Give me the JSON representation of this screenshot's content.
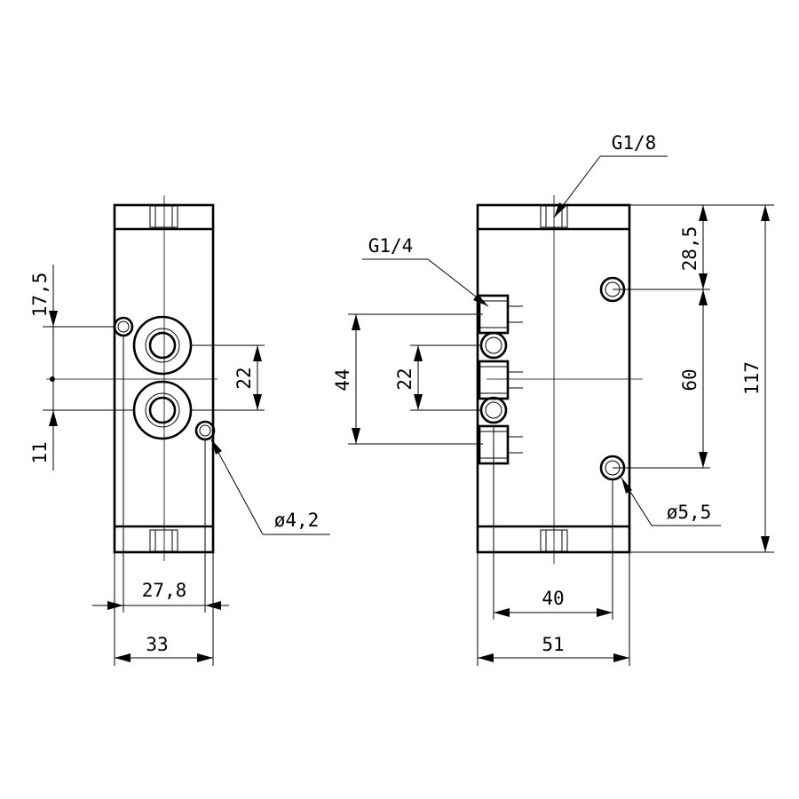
{
  "front_view": {
    "dimensions": {
      "top_offset": "17,5",
      "bottom_offset": "11",
      "port_spacing": "22",
      "hole_diameter": "ø4,2",
      "hole_spacing": "27,8",
      "width": "33"
    }
  },
  "side_view": {
    "dimensions": {
      "pilot_thread": "G1/8",
      "port_thread": "G1/4",
      "port_outer_spacing": "44",
      "port_inner_spacing": "22",
      "hole_offset": "28,5",
      "hole_spacing": "60",
      "length": "117",
      "hole_diameter": "ø5,5",
      "hole_span": "40",
      "width": "51"
    }
  }
}
